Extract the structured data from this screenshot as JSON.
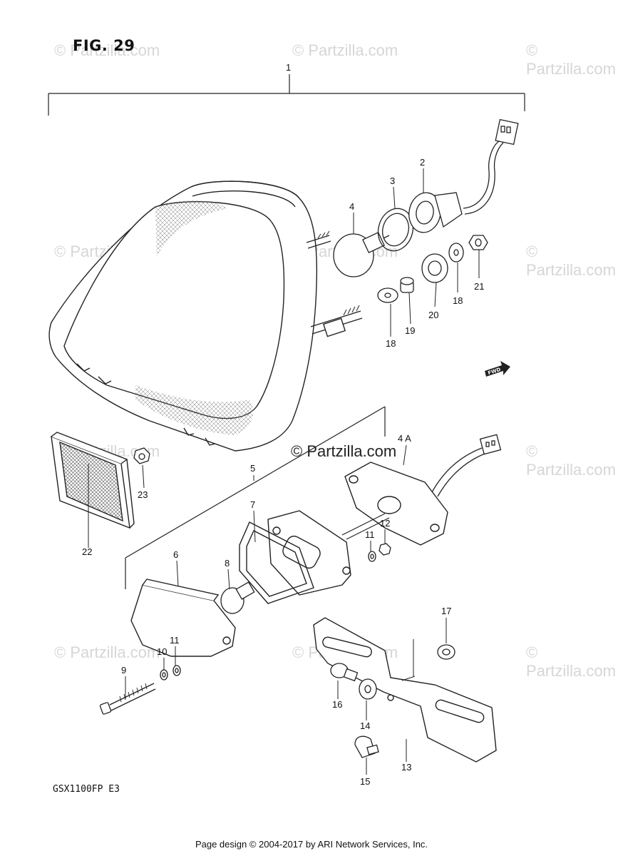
{
  "figure": {
    "title": "FIG. 29",
    "model": "GSX1100FP E3",
    "fwd_label": "FWD"
  },
  "watermarks": {
    "light": "© Partzilla.com",
    "dark": "© Partzilla.com"
  },
  "footer": "Page design © 2004-2017 by ARI Network Services, Inc.",
  "callouts": [
    {
      "id": "c1",
      "label": "1"
    },
    {
      "id": "c2",
      "label": "2"
    },
    {
      "id": "c3",
      "label": "3"
    },
    {
      "id": "c4",
      "label": "4"
    },
    {
      "id": "c4a",
      "label": "4 A"
    },
    {
      "id": "c5",
      "label": "5"
    },
    {
      "id": "c6",
      "label": "6"
    },
    {
      "id": "c7",
      "label": "7"
    },
    {
      "id": "c8",
      "label": "8"
    },
    {
      "id": "c9",
      "label": "9"
    },
    {
      "id": "c10",
      "label": "10"
    },
    {
      "id": "c11a",
      "label": "11"
    },
    {
      "id": "c11b",
      "label": "11"
    },
    {
      "id": "c12",
      "label": "12"
    },
    {
      "id": "c13",
      "label": "13"
    },
    {
      "id": "c14",
      "label": "14"
    },
    {
      "id": "c15",
      "label": "15"
    },
    {
      "id": "c16",
      "label": "16"
    },
    {
      "id": "c17",
      "label": "17"
    },
    {
      "id": "c18a",
      "label": "18"
    },
    {
      "id": "c18b",
      "label": "18"
    },
    {
      "id": "c19",
      "label": "19"
    },
    {
      "id": "c20",
      "label": "20"
    },
    {
      "id": "c21",
      "label": "21"
    },
    {
      "id": "c22",
      "label": "22"
    },
    {
      "id": "c23",
      "label": "23"
    }
  ]
}
